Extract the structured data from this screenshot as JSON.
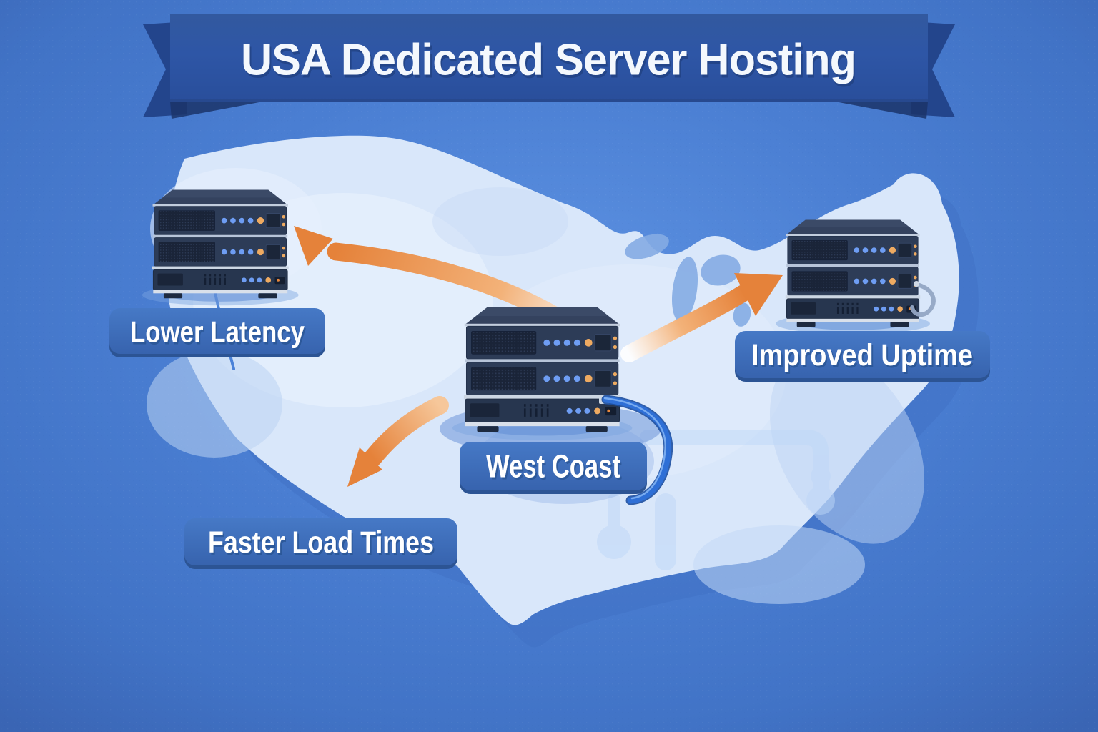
{
  "banner": {
    "title": "USA Dedicated Server Hosting"
  },
  "labels": {
    "lower_latency": "Lower Latency",
    "west_coast": "West Coast",
    "faster_load_times": "Faster Load Times",
    "improved_uptime": "Improved Uptime"
  },
  "icons": {
    "map": "usa-map-silhouette",
    "left_server": "server-rack-stack-icon",
    "center_server": "server-rack-stack-icon",
    "right_server": "server-rack-stack-icon",
    "arrow_to_left": "curved-orange-arrow",
    "arrow_to_right": "curved-orange-arrow",
    "arrow_to_bottom_left": "curved-orange-arrow",
    "cable": "network-cable"
  },
  "colors": {
    "background": "#4a7ed2",
    "map": "#d9e7fa",
    "map_shadow": "#4070c4",
    "ribbon": "#2e56a6",
    "ribbon_tail": "#23458c",
    "label_background": "#3e6fba",
    "label_text": "#ffffff",
    "arrow": "#e5823a",
    "server_body": "#2d3c57",
    "led_blue": "#6e9df3",
    "led_orange": "#eeaa61",
    "cable": "#2e6fd6"
  }
}
